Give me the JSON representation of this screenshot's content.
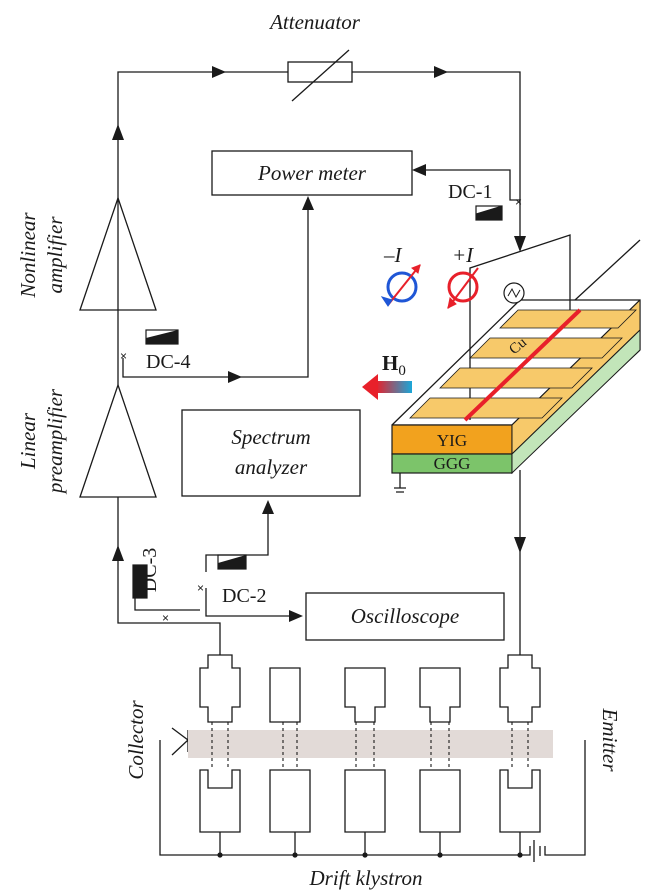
{
  "labels": {
    "attenuator": "Attenuator",
    "power_meter": "Power meter",
    "spectrum_line1": "Spectrum",
    "spectrum_line2": "analyzer",
    "oscilloscope": "Oscilloscope",
    "nonlinear_line1": "Nonlinear",
    "nonlinear_line2": "amplifier",
    "linear_line1": "Linear",
    "linear_line2": "preamplifier",
    "collector": "Collector",
    "emitter": "Emitter",
    "drift_klystron": "Drift klystron",
    "dc1": "DC-1",
    "dc2": "DC-2",
    "dc3": "DC-3",
    "dc4": "DC-4",
    "minus_i": "–I",
    "plus_i": "+I",
    "h0_main": "H",
    "h0_sub": "0",
    "yig": "YIG",
    "ggg": "GGG",
    "cu": "Cu",
    "cross": "×"
  },
  "colors": {
    "line": "#1a1a1a",
    "yig_layer": "#f2a21e",
    "ggg_layer": "#7cc46a",
    "cu_wire": "#e8202a",
    "stripe": "#f7c96a",
    "klystron_beam": "#e2dad7",
    "minus_i_loop": "#1f56d6",
    "plus_i_loop": "#e8202a",
    "h0_arrow_start": "#1aa7d8",
    "h0_arrow_end": "#e8202a"
  }
}
